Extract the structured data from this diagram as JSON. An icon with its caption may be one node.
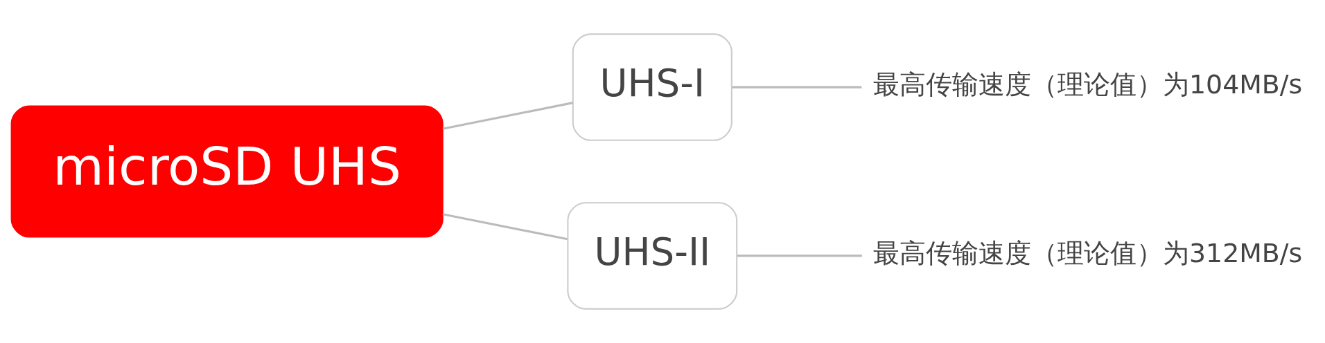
{
  "diagram": {
    "nodes": [
      {
        "text": [
          "microSD UHS"
        ]
      },
      {
        "text": [
          "UHS-I"
        ]
      },
      {
        "text": [
          "UHS-II"
        ]
      },
      {
        "text": [
          "最高传输速度（理论值）为104MB/s"
        ]
      },
      {
        "text": [
          "最高传输速度（理论值）为312MB/s"
        ]
      }
    ],
    "edges": [
      {
        "from": 0,
        "to": 1,
        "arrow": "none"
      },
      {
        "from": 0,
        "to": 2,
        "arrow": "none"
      },
      {
        "from": 1,
        "to": 3,
        "arrow": "none"
      },
      {
        "from": 2,
        "to": 4,
        "arrow": "none"
      }
    ]
  }
}
